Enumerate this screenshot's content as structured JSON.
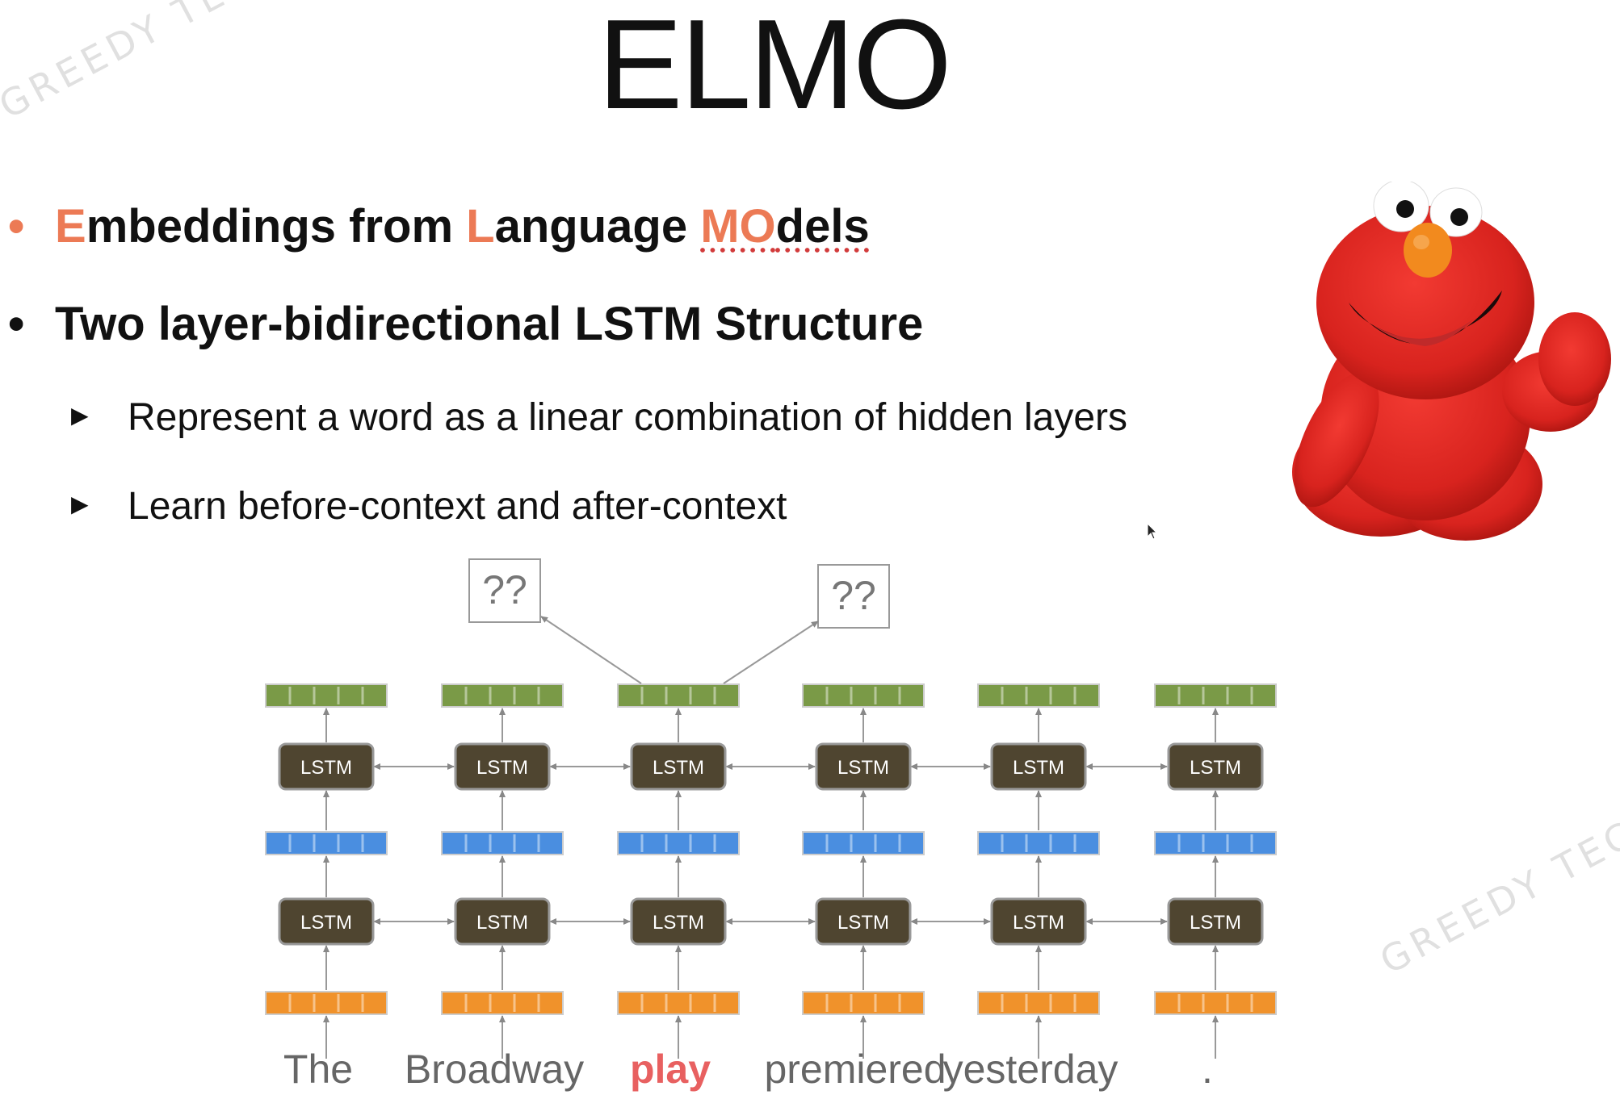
{
  "title": "ELMO",
  "bullets": [
    {
      "parts": [
        "E",
        "mbeddings from ",
        "L",
        "anguage ",
        "MO",
        "dels"
      ]
    },
    {
      "text": "Two layer-bidirectional LSTM Structure"
    }
  ],
  "sub_bullets": [
    "Represent a word as a linear combination of hidden layers",
    "Learn before-context and after-context"
  ],
  "diagram": {
    "lstm_label": "LSTM",
    "output_label": "??",
    "words": [
      "The",
      "Broadway",
      "play",
      "premiered",
      "yesterday",
      "."
    ],
    "highlight_word_index": 2,
    "colors": {
      "input": "#f0922b",
      "hidden": "#4a8ee0",
      "output": "#7a9a47",
      "lstm": "#4f4530",
      "highlight": "#e86060",
      "word": "#666666"
    }
  },
  "watermarks": {
    "top_left": "GREEDY TECHNO",
    "bottom_right": "GREEDY TECH"
  }
}
